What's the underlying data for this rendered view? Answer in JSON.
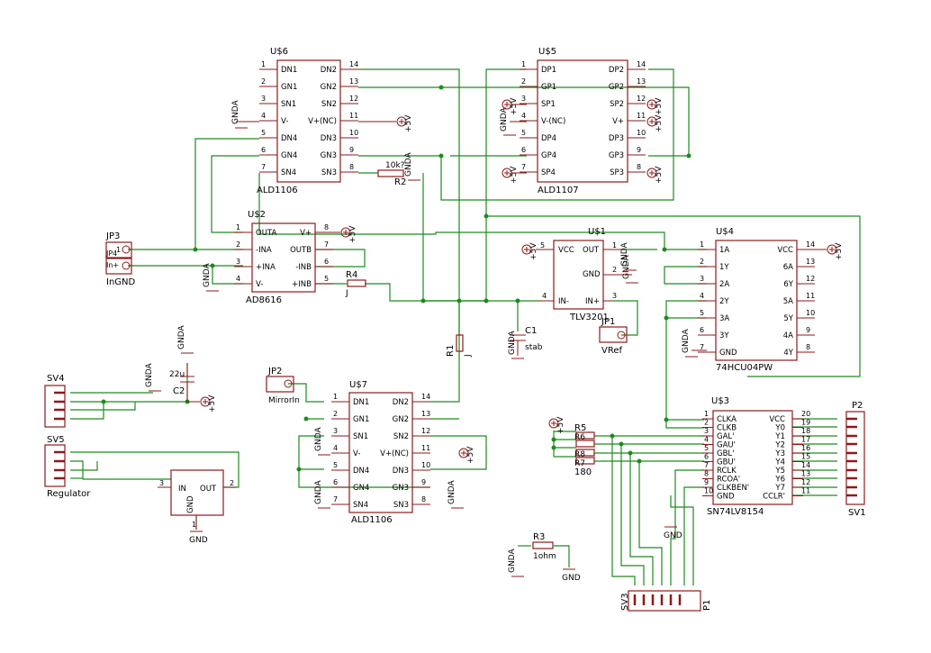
{
  "parts": {
    "u6": {
      "name": "U$6",
      "value": "ALD1106",
      "left": [
        "DN1",
        "GN1",
        "SN1",
        "V-",
        "DN4",
        "GN4",
        "SN4"
      ],
      "right": [
        "DN2",
        "GN2",
        "SN2",
        "V+(NC)",
        "DN3",
        "GN3",
        "SN3"
      ],
      "lnum": [
        "1",
        "2",
        "3",
        "4",
        "5",
        "6",
        "7"
      ],
      "rnum": [
        "14",
        "13",
        "12",
        "11",
        "10",
        "9",
        "8"
      ]
    },
    "u5": {
      "name": "U$5",
      "value": "ALD1107",
      "left": [
        "DP1",
        "GP1",
        "SP1",
        "V-(NC)",
        "DP4",
        "GP4",
        "SP4"
      ],
      "right": [
        "DP2",
        "GP2",
        "SP2",
        "V+",
        "DP3",
        "GP3",
        "SP3"
      ],
      "lnum": [
        "1",
        "2",
        "3",
        "4",
        "5",
        "6",
        "7"
      ],
      "rnum": [
        "14",
        "13",
        "12",
        "11",
        "10",
        "9",
        "8"
      ]
    },
    "u2": {
      "name": "U$2",
      "value": "AD8616",
      "left": [
        "OUTA",
        "-INA",
        "+INA",
        "V-"
      ],
      "right": [
        "V+",
        "OUTB",
        "-INB",
        "+INB"
      ],
      "lnum": [
        "1",
        "2",
        "3",
        "4"
      ],
      "rnum": [
        "8",
        "7",
        "6",
        "5"
      ]
    },
    "u1": {
      "name": "U$1",
      "value": "TLV3201",
      "pins": {
        "vcc": "VCC",
        "out": "OUT",
        "gnd": "GND",
        "inm": "IN-",
        "inp": "IN+"
      },
      "nums": {
        "vcc": "5",
        "out": "1",
        "gnd": "2",
        "inm": "4",
        "inp": "3"
      }
    },
    "u4": {
      "name": "U$4",
      "value": "74HCU04PW",
      "left": [
        "1A",
        "1Y",
        "2A",
        "2Y",
        "3A",
        "3Y",
        "GND"
      ],
      "right": [
        "VCC",
        "6A",
        "6Y",
        "5A",
        "5Y",
        "4A",
        "4Y"
      ],
      "lnum": [
        "1",
        "2",
        "3",
        "4",
        "5",
        "6",
        "7"
      ],
      "rnum": [
        "14",
        "13",
        "12",
        "11",
        "10",
        "9",
        "8"
      ]
    },
    "u7": {
      "name": "U$7",
      "value": "ALD1106",
      "left": [
        "DN1",
        "GN1",
        "SN1",
        "V-",
        "DN4",
        "GN4",
        "SN4"
      ],
      "right": [
        "DN2",
        "GN2",
        "SN2",
        "V+(NC)",
        "DN3",
        "GN3",
        "SN3"
      ],
      "lnum": [
        "1",
        "2",
        "3",
        "4",
        "5",
        "6",
        "7"
      ],
      "rnum": [
        "14",
        "13",
        "12",
        "11",
        "10",
        "9",
        "8"
      ]
    },
    "u3": {
      "name": "U$3",
      "value": "SN74LV8154",
      "left": [
        "CLKA",
        "CLKB",
        "GAL'",
        "GAU'",
        "GBL'",
        "GBU'",
        "RCLK",
        "RCOA'",
        "CLKBEN'",
        "GND"
      ],
      "right": [
        "VCC",
        "Y0",
        "Y1",
        "Y2",
        "Y3",
        "Y4",
        "Y5",
        "Y6",
        "Y7",
        "CCLR'"
      ],
      "lnum": [
        "1",
        "2",
        "3",
        "4",
        "5",
        "6",
        "7",
        "8",
        "9",
        "10"
      ],
      "rnum": [
        "20",
        "19",
        "18",
        "17",
        "16",
        "15",
        "14",
        "13",
        "12",
        "11"
      ]
    },
    "reg": {
      "in": "IN",
      "out": "OUT",
      "gnd": "GND",
      "nin": "3",
      "nout": "2",
      "ngnd": "1"
    }
  },
  "connectors": {
    "jp3": "JP3",
    "jp4": "JP4",
    "ingnd": "InGND",
    "in_minus": "In-",
    "in_plus": "In+",
    "jp1": "JP1",
    "vref": "VRef",
    "jp2": "JP2",
    "mirrorin": "MirrorIn",
    "sv4": "SV4",
    "sv5": "SV5",
    "regulator": "Regulator",
    "p2": "P2",
    "sv1": "SV1",
    "sv3": "SV3",
    "p1": "P1"
  },
  "passives": {
    "r4": "R4",
    "r4v": "J",
    "r2": "R2",
    "r2v": "10k?",
    "r1": "R1",
    "r1v": "J",
    "c1": "C1",
    "c1v": "stab",
    "c2": "C2",
    "c2v": "22u",
    "r3": "R3",
    "r3v": "1ohm",
    "r5": "R5",
    "r6": "R6",
    "r7": "R7",
    "r8": "R8",
    "r8v": "180"
  },
  "nets": {
    "gnda": "GNDA",
    "gnd": "GND",
    "p5v": "+5V"
  }
}
